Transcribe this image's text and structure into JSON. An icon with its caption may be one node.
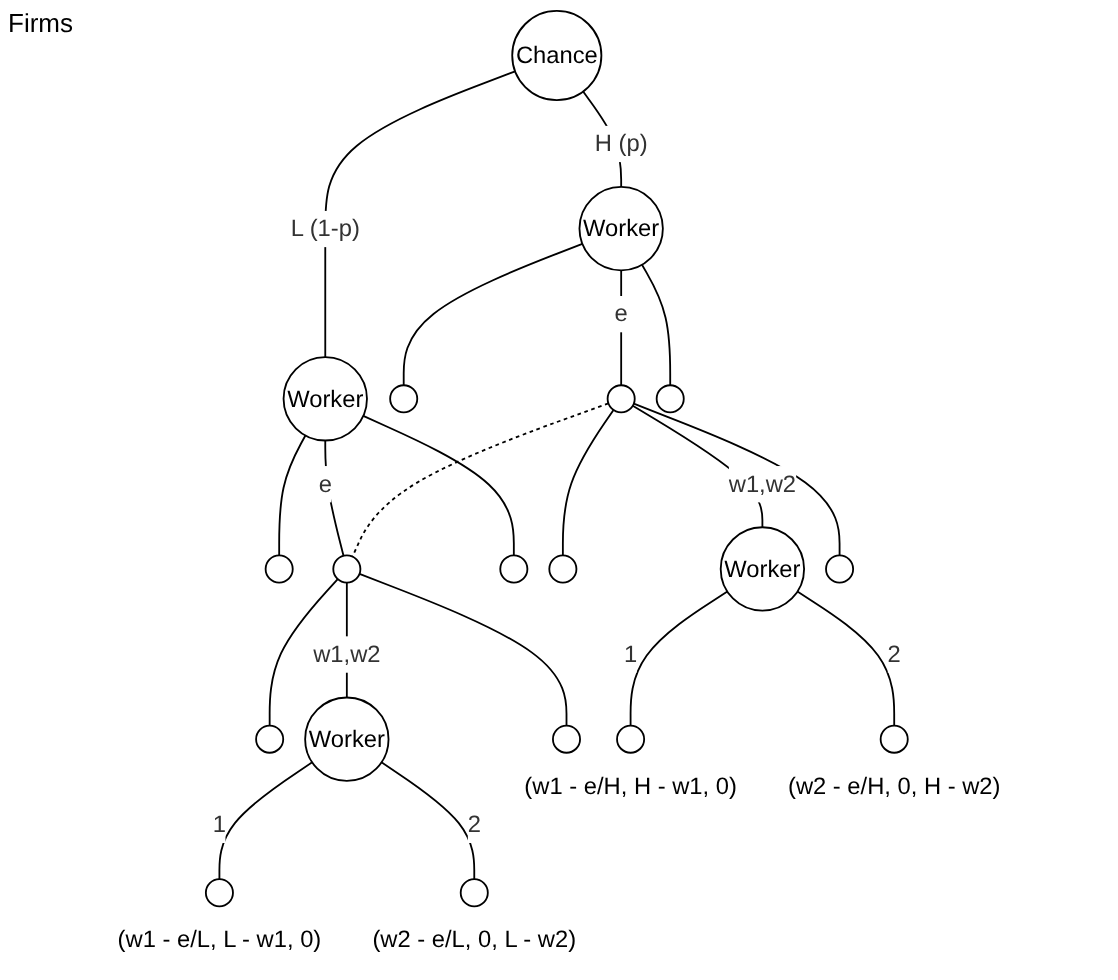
{
  "diagram": {
    "nodes": [
      {
        "text": [
          "Chance"
        ]
      },
      {
        "text": [
          "Worker"
        ]
      },
      {
        "text": [
          "Worker"
        ]
      },
      {
        "text": [],
        "shape": "circle"
      },
      {
        "text": [],
        "shape": "circle"
      },
      {
        "text": [],
        "shape": "circle"
      },
      {
        "text": [],
        "shape": "circle"
      },
      {
        "text": [],
        "shape": "circle"
      },
      {
        "text": [],
        "shape": "circle"
      },
      {
        "text": [],
        "shape": "circle"
      },
      {
        "text": [
          "Worker"
        ]
      },
      {
        "text": [],
        "shape": "circle"
      },
      {
        "text": [],
        "shape": "circle"
      },
      {
        "text": [
          "Worker"
        ]
      },
      {
        "text": [],
        "shape": "circle"
      },
      {
        "text": [],
        "shape": "circle",
        "beside": [
          "(w1 - e/H, H - w1, 0)"
        ]
      },
      {
        "text": [],
        "shape": "circle",
        "beside": [
          "(w2 - e/H, 0, H - w2)"
        ]
      },
      {
        "text": [],
        "shape": "circle",
        "beside": [
          "(w1 - e/L, L - w1, 0)"
        ]
      },
      {
        "text": [],
        "shape": "circle",
        "beside": [
          "(w2 - e/L, 0, L - w2)"
        ]
      }
    ],
    "edges": [
      {
        "from": 0,
        "to": 1,
        "arrow": "none",
        "label": "H (p)"
      },
      {
        "from": 0,
        "to": 2,
        "arrow": "none",
        "label": "L (1-p)"
      },
      {
        "from": 1,
        "to": 3,
        "arrow": "none"
      },
      {
        "from": 1,
        "to": 4,
        "arrow": "none",
        "label": "e"
      },
      {
        "from": 1,
        "to": 5,
        "arrow": "none"
      },
      {
        "from": 2,
        "to": 6,
        "arrow": "none"
      },
      {
        "from": 2,
        "to": 7,
        "arrow": "none",
        "label": "e"
      },
      {
        "from": 2,
        "to": 8,
        "arrow": "none"
      },
      {
        "from": 4,
        "to": 7,
        "arrow": "none",
        "style": "dashed"
      },
      {
        "from": 4,
        "to": 9,
        "arrow": "none"
      },
      {
        "from": 4,
        "to": 10,
        "arrow": "none",
        "label": "w1,w2"
      },
      {
        "from": 4,
        "to": 11,
        "arrow": "none"
      },
      {
        "from": 7,
        "to": 12,
        "arrow": "none"
      },
      {
        "from": 7,
        "to": 13,
        "arrow": "none",
        "label": "w1,w2"
      },
      {
        "from": 7,
        "to": 14,
        "arrow": "none"
      },
      {
        "from": 10,
        "to": 15,
        "arrow": "none",
        "label": "1"
      },
      {
        "from": 10,
        "to": 16,
        "arrow": "none",
        "label": "2"
      },
      {
        "from": 13,
        "to": 17,
        "arrow": "none",
        "label": "1"
      },
      {
        "from": 13,
        "to": 18,
        "arrow": "none",
        "label": "2"
      }
    ],
    "labels": [
      "Firms"
    ]
  }
}
